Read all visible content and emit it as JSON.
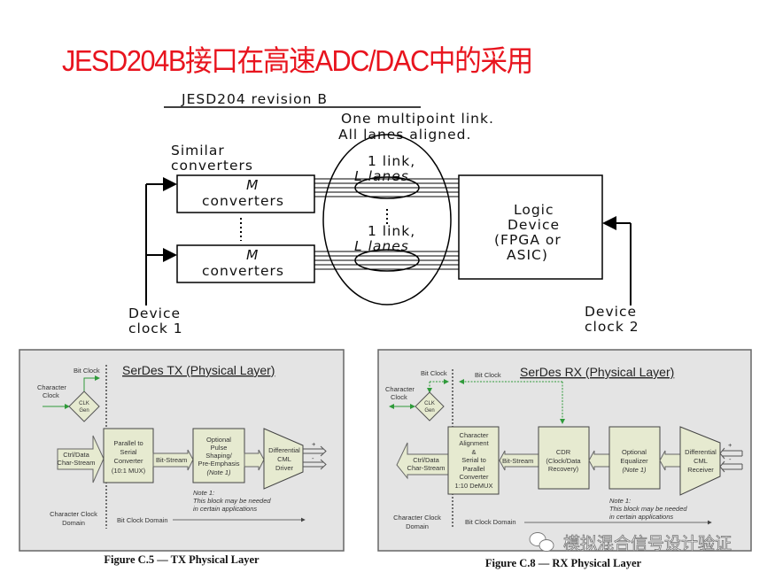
{
  "slide_title": "JESD204B接口在高速ADC/DAC中的采用",
  "top_diagram": {
    "header": "JESD204  revision B",
    "link_note": [
      "One multipoint link.",
      "All lanes aligned."
    ],
    "similar_converters": [
      "Similar",
      "converters"
    ],
    "converter_block_1": [
      "M",
      "converters"
    ],
    "converter_block_2": [
      "M",
      "converters"
    ],
    "link_label_1": [
      "1 link,",
      "L lanes"
    ],
    "link_label_2": [
      "1 link,",
      "L lanes"
    ],
    "logic_device": [
      "Logic",
      "Device",
      "(FPGA or",
      "ASIC)"
    ],
    "device_clock_1": [
      "Device",
      "clock 1"
    ],
    "device_clock_2": [
      "Device",
      "clock 2"
    ]
  },
  "tx_figure": {
    "title": "SerDes TX (Physical Layer)",
    "bit_clock": "Bit Clock",
    "character_clock": [
      "Character",
      "Clock"
    ],
    "clk_gen": [
      "CLK",
      "Gen"
    ],
    "input_stream": [
      "Ctrl/Data",
      "Char-Stream"
    ],
    "parallel_to_serial": [
      "Parallel to",
      "Serial",
      "Converter",
      "(10:1 MUX)"
    ],
    "bit_stream": "Bit-Stream",
    "pulse_shaping": [
      "Optional",
      "Pulse",
      "Shaping/",
      "Pre-Emphasis",
      "(Note 1)"
    ],
    "driver": [
      "Differential",
      "CML",
      "Driver"
    ],
    "plus": "+",
    "minus": "-",
    "note": [
      "Note 1:",
      "This block may be needed",
      "in certain applications"
    ],
    "char_clock_domain": [
      "Character Clock",
      "Domain"
    ],
    "bit_clock_domain": "Bit Clock Domain",
    "caption": "Figure C.5 — TX Physical Layer"
  },
  "rx_figure": {
    "title": "SerDes RX (Physical Layer)",
    "bit_clock_left": "Bit Clock",
    "bit_clock_right": "Bit Clock",
    "character_clock": [
      "Character",
      "Clock"
    ],
    "clk_gen": [
      "CLK",
      "Gen"
    ],
    "output_stream": [
      "Ctrl/Data",
      "Char-Stream"
    ],
    "serial_to_parallel": [
      "Character",
      "Alignment",
      "&",
      "Serial to",
      "Parallel",
      "Converter",
      "1:10 DeMUX"
    ],
    "bit_stream": "Bit-Stream",
    "cdr": [
      "CDR",
      "(Clock/Data",
      "Recovery)"
    ],
    "equalizer": [
      "Optional",
      "Equalizer",
      "(Note 1)"
    ],
    "receiver": [
      "Differential",
      "CML",
      "Receiver"
    ],
    "plus": "+",
    "minus": "-",
    "note": [
      "Note 1:",
      "This block may be needed",
      "in certain applications"
    ],
    "char_clock_domain": [
      "Character Clock",
      "Domain"
    ],
    "bit_clock_domain": "Bit Clock Domain",
    "caption": "Figure C.8 — RX Physical Layer"
  },
  "watermark": "模拟混合信号设计验证",
  "colors": {
    "title": "#e8141e",
    "panel": "#e4e4e4",
    "block": "#e6ead0",
    "clock": "#2f9a3a"
  }
}
